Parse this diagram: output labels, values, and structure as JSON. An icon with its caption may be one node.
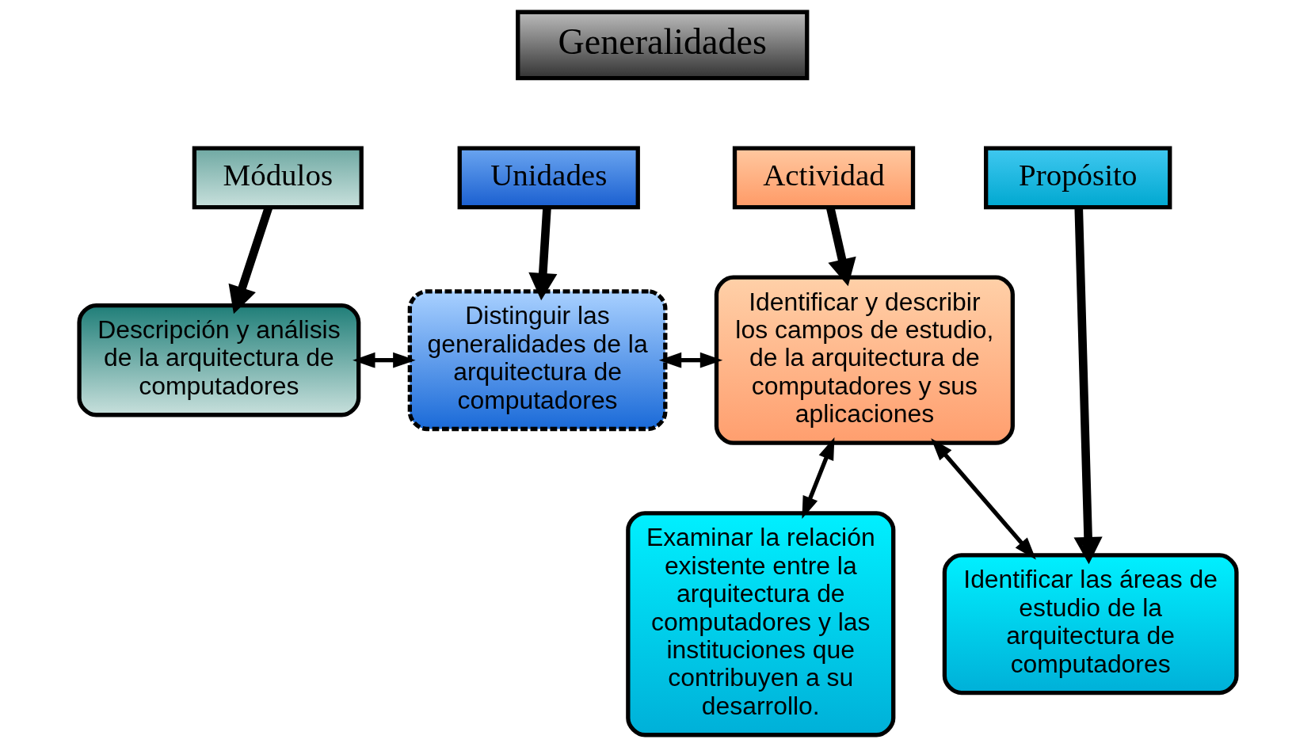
{
  "diagram": {
    "nodes": [
      {
        "text": [
          "Generalidades"
        ]
      },
      {
        "text": [
          "Módulos"
        ]
      },
      {
        "text": [
          "Unidades"
        ]
      },
      {
        "text": [
          "Actividad"
        ]
      },
      {
        "text": [
          "Propósito"
        ]
      },
      {
        "text": [
          "Descripción y análisis de la arquitectura de computadores"
        ]
      },
      {
        "text": [
          "Distinguir las generalidades de la arquitectura de computadores"
        ]
      },
      {
        "text": [
          "Identificar y describir los campos de estudio, de la arquitectura de computadores y sus aplicaciones"
        ]
      },
      {
        "text": [
          "Identificar las áreas de estudio de la arquitectura de computadores"
        ]
      },
      {
        "text": [
          "Examinar la relación existente entre la arquitectura de computadores y las instituciones que contribuyen a su desarrollo."
        ]
      }
    ],
    "edges": [
      {
        "from": 1,
        "to": 5,
        "arrow": "to",
        "style": "thick"
      },
      {
        "from": 2,
        "to": 6,
        "arrow": "to",
        "style": "thick"
      },
      {
        "from": 3,
        "to": 7,
        "arrow": "to",
        "style": "thick"
      },
      {
        "from": 4,
        "to": 8,
        "arrow": "to",
        "style": "thick"
      },
      {
        "from": 5,
        "to": 6,
        "arrow": "both"
      },
      {
        "from": 6,
        "to": 7,
        "arrow": "both"
      },
      {
        "from": 7,
        "to": 8,
        "arrow": "both"
      },
      {
        "from": 7,
        "to": 9,
        "arrow": "both"
      }
    ]
  }
}
